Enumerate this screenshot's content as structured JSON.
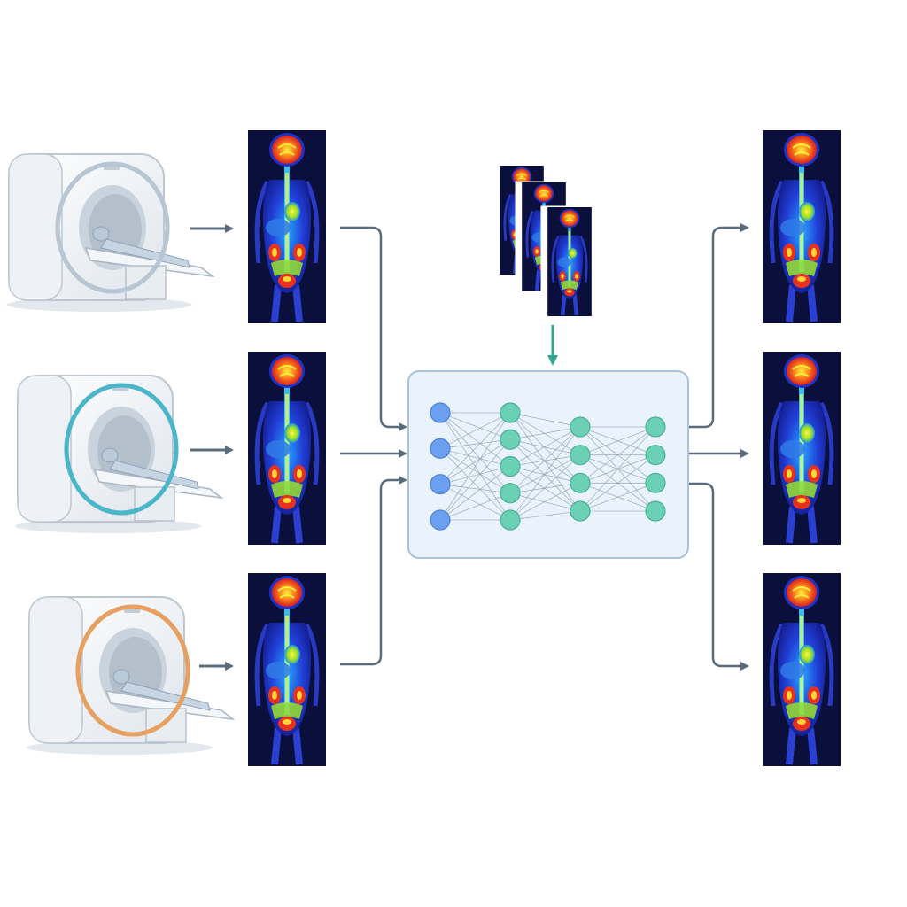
{
  "diagram": {
    "scanners": [
      {
        "id": "scanner-1",
        "accent": "#b8c6d4"
      },
      {
        "id": "scanner-2",
        "accent": "#4bb6c9"
      },
      {
        "id": "scanner-3",
        "accent": "#e8a060"
      }
    ],
    "input_scans": 3,
    "reference_scans": 3,
    "output_scans": 3,
    "network": {
      "layers": [
        4,
        5,
        4,
        4
      ],
      "input_node_color": "#6b9ff0",
      "hidden_node_color": "#6cd0b6"
    },
    "colors": {
      "arrow": "#5a6b7c",
      "reference_arrow": "#2fa891",
      "panel_fill": "#eaf3fb",
      "panel_stroke": "#a9c2d8",
      "scan_background": "#0a0f3c"
    }
  }
}
